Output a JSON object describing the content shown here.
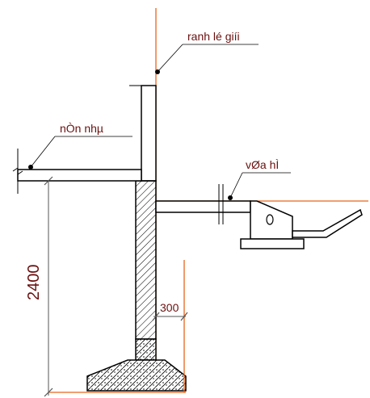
{
  "labels": {
    "boundary": "ranh lé giíi",
    "floor": "nÒn nhµ",
    "sidewalk": "vØa hÌ",
    "dim_offset": "300",
    "dim_height": "2400"
  },
  "colors": {
    "line": "#000000",
    "accent": "#e8641a",
    "text": "#6b0f0f",
    "dim": "#555555"
  }
}
